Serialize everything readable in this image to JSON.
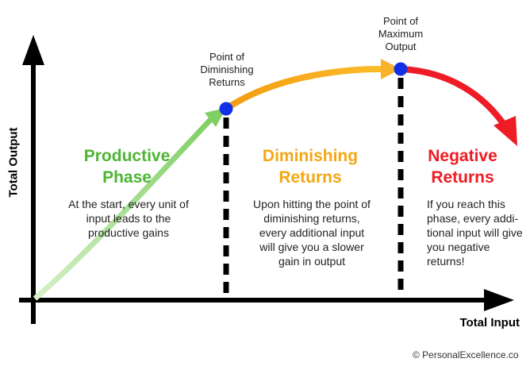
{
  "diagram": {
    "axes": {
      "x_label": "Total Input",
      "y_label": "Total Output"
    },
    "points": {
      "diminishing": "Point of\nDiminishing\nReturns",
      "maximum": "Point of\nMaximum\nOutput"
    },
    "phases": {
      "productive": {
        "title": "Productive\nPhase",
        "description": "At the start, every unit of\ninput leads to the\nproductive gains",
        "color": "#4db533"
      },
      "diminishing": {
        "title": "Diminishing\nReturns",
        "description": "Upon hitting the point of\ndiminishing returns,\nevery additional input\nwill give you a slower\ngain in output",
        "color": "#f3a712"
      },
      "negative": {
        "title": "Negative\nReturns",
        "description": "If you reach this\nphase, every addi-\ntional input will give\nyou negative\nreturns!",
        "color": "#ee1c24"
      }
    },
    "colors": {
      "point_marker": "#1230e6",
      "productive_curve": "#a6e08c",
      "axis": "#000000"
    },
    "copyright": "© PersonalExcellence.co"
  }
}
